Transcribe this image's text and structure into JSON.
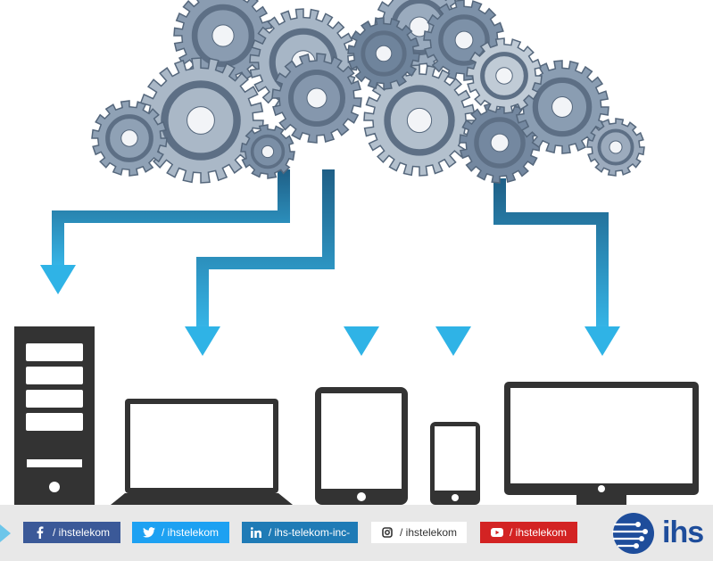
{
  "social": {
    "facebook": {
      "label": "/ ihstelekom",
      "icon": "facebook-icon",
      "color": "#3b5998"
    },
    "twitter": {
      "label": "/ ihstelekom",
      "icon": "twitter-icon",
      "color": "#1da1f2"
    },
    "linkedin": {
      "label": "/ ihs-telekom-inc-",
      "icon": "linkedin-icon",
      "color": "#1f7bb6"
    },
    "instagram": {
      "label": "/ ihstelekom",
      "icon": "instagram-icon",
      "color": "#ffffff"
    },
    "youtube": {
      "label": "/ ihstelekom",
      "icon": "youtube-icon",
      "color": "#d32323"
    }
  },
  "logo": {
    "text": "ihs",
    "color": "#1e4d9b"
  },
  "colors": {
    "arrow": "#2aa3d6",
    "gear": "#7f93aa",
    "device": "#3a3a3a"
  }
}
